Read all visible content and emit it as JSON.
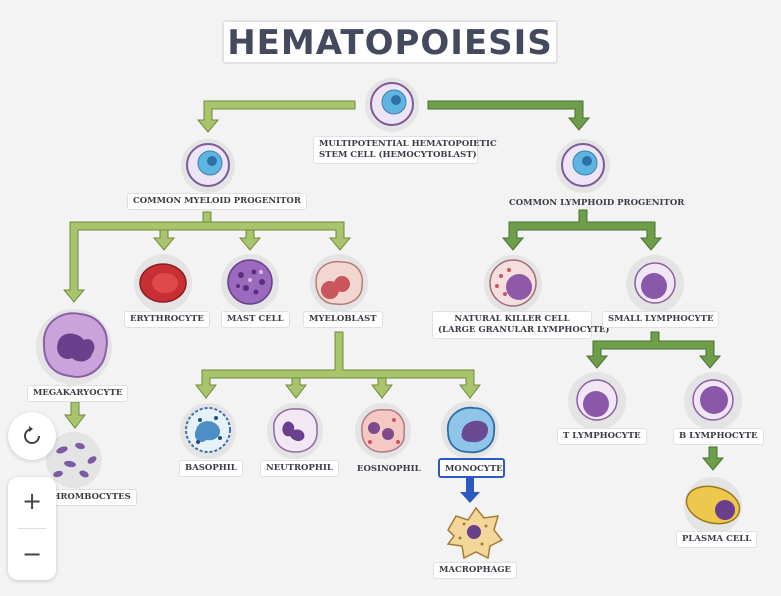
{
  "title": "HEMATOPOIESIS",
  "labels": {
    "hsc_line1": "MULTIPOTENTIAL HEMATOPOIETIC",
    "hsc_line2": "STEM CELL (HEMOCYTOBLAST)",
    "cmp": "COMMON MYELOID PROGENITOR",
    "clp": "COMMON LYMPHOID PROGENITOR",
    "megakaryocyte": "MEGAKARYOCYTE",
    "thrombocytes": "THROMBOCYTES",
    "erythrocyte": "ERYTHROCYTE",
    "mast_cell": "MAST CELL",
    "myeloblast": "MYELOBLAST",
    "basophil": "BASOPHIL",
    "neutrophil": "NEUTROPHIL",
    "eosinophil": "EOSINOPHIL",
    "monocyte": "MONOCYTE",
    "macrophage": "MACROPHAGE",
    "nk_line1": "NATURAL KILLER CELL",
    "nk_line2": "(LARGE GRANULAR LYMPHOCYTE)",
    "small_lymphocyte": "SMALL LYMPHOCYTE",
    "t_lymphocyte": "T LYMPHOCYTE",
    "b_lymphocyte": "B LYMPHOCYTE",
    "plasma_cell": "PLASMA CELL"
  },
  "controls": {
    "reset_icon": "rotate-icon",
    "zoom_in": "+",
    "zoom_out": "−"
  },
  "colors": {
    "myeloid_arrow": "#a8c46c",
    "lymphoid_arrow": "#6e9e4a",
    "selection": "#2d59c2"
  }
}
